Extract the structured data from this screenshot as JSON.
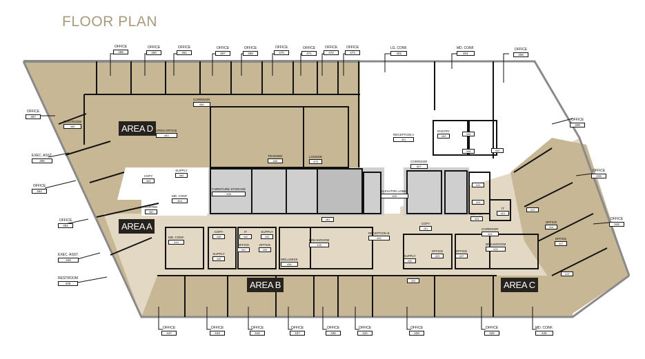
{
  "title": "FLOOR PLAN",
  "colors": {
    "title": "#a79a7d",
    "tan_area": "#c8b795",
    "light_area": "#e6dccb",
    "core_gray": "#cfcfcf",
    "area_badge": "#26231f",
    "walls": "#111111"
  },
  "areas": {
    "a": "AREA A",
    "b": "AREA B",
    "c": "AREA C",
    "d": "AREA D"
  },
  "top_labels": [
    {
      "name": "OFFICE",
      "number": "458"
    },
    {
      "name": "OFFICE",
      "number": "460"
    },
    {
      "name": "OFFICE",
      "number": "461"
    },
    {
      "name": "OFFICE",
      "number": "467"
    },
    {
      "name": "OFFICE",
      "number": "469"
    },
    {
      "name": "OFFICE",
      "number": "470"
    },
    {
      "name": "OFFICE",
      "number": "471"
    },
    {
      "name": "OFFICE",
      "number": "472"
    },
    {
      "name": "OFFICE",
      "number": "473"
    },
    {
      "name": "LG. CONF.",
      "number": "402"
    },
    {
      "name": "MD. CONF.",
      "number": "404"
    },
    {
      "name": "OFFICE",
      "number": "406"
    }
  ],
  "left_labels": [
    {
      "name": "OFFICE",
      "number": "457"
    },
    {
      "name": "EXEC. ASST.",
      "number": "456"
    },
    {
      "name": "OFFICE",
      "number": "454"
    },
    {
      "name": "OFFICE",
      "number": "451"
    },
    {
      "name": "EXEC. ASST.",
      "number": "449"
    },
    {
      "name": "RESTROOM",
      "number": "448"
    }
  ],
  "right_labels": [
    {
      "name": "OFFICE",
      "number": "408"
    },
    {
      "name": "OFFICE",
      "number": "415"
    },
    {
      "name": "OFFICE",
      "number": "418"
    }
  ],
  "bottom_labels": [
    {
      "name": "OFFICE",
      "number": "447"
    },
    {
      "name": "OFFICE",
      "number": "443"
    },
    {
      "name": "OFFICE",
      "number": "442"
    },
    {
      "name": "OFFICE",
      "number": "437"
    },
    {
      "name": "OFFICE",
      "number": "436"
    },
    {
      "name": "OFFICE",
      "number": "434"
    },
    {
      "name": "OFFICE",
      "number": "428"
    },
    {
      "name": "OFFICE",
      "number": "426"
    },
    {
      "name": "MD. CONF.",
      "number": "425"
    }
  ],
  "inner_labels": [
    {
      "name": "RESTROOM",
      "number": "455"
    },
    {
      "name": "OPEN OFFICE",
      "number": "453"
    },
    {
      "name": "CORRIDOR",
      "number": "456"
    },
    {
      "name": "TRAINING",
      "number": "466"
    },
    {
      "name": "LOUNGE",
      "number": "475"
    },
    {
      "name": "COPY",
      "number": "463"
    },
    {
      "name": "SUPPLY",
      "number": "462"
    },
    {
      "name": "MD. CONF.",
      "number": "464"
    },
    {
      "name": "COFFEE",
      "number": "450"
    },
    {
      "name": "FURNITURE STORAGE",
      "number": "465"
    },
    {
      "name": "",
      "number": "481"
    },
    {
      "name": "RECEPTION A",
      "number": "401"
    },
    {
      "name": "PANTRY",
      "number": "403"
    },
    {
      "name": "",
      "number": "405"
    },
    {
      "name": "",
      "number": "406"
    },
    {
      "name": "",
      "number": "410"
    },
    {
      "name": "CORRIDOR",
      "number": "407"
    },
    {
      "name": "ELEVATOR LOBBY",
      "number": "400"
    },
    {
      "name": "",
      "number": "411"
    },
    {
      "name": "",
      "number": "412"
    },
    {
      "name": "IT",
      "number": "421"
    },
    {
      "name": "SUPPLY",
      "number": "423"
    },
    {
      "name": "COPY",
      "number": "431"
    },
    {
      "name": "CORRIDOR",
      "number": "424"
    },
    {
      "name": "OFFICE",
      "number": "414"
    },
    {
      "name": "OFFICE",
      "number": "417"
    },
    {
      "name": "",
      "number": "413"
    },
    {
      "name": "",
      "number": "419"
    },
    {
      "name": "MD. CONF.",
      "number": "444"
    },
    {
      "name": "COPY",
      "number": "446"
    },
    {
      "name": "SUPPLY",
      "number": "445"
    },
    {
      "name": "IT",
      "number": "442"
    },
    {
      "name": "SUPPLY",
      "number": "443"
    },
    {
      "name": "OFFICE",
      "number": "441"
    },
    {
      "name": "OFFICE",
      "number": "439"
    },
    {
      "name": "WELLNESS",
      "number": "438"
    },
    {
      "name": "BREAKROOM",
      "number": "435"
    },
    {
      "name": "RECEPTION B",
      "number": "433"
    },
    {
      "name": "SUPPLY",
      "number": "430"
    },
    {
      "name": "OFFICE",
      "number": "429"
    },
    {
      "name": "OFFICE",
      "number": "427"
    },
    {
      "name": "BREAKROOM",
      "number": "422"
    },
    {
      "name": "",
      "number": "420"
    }
  ]
}
